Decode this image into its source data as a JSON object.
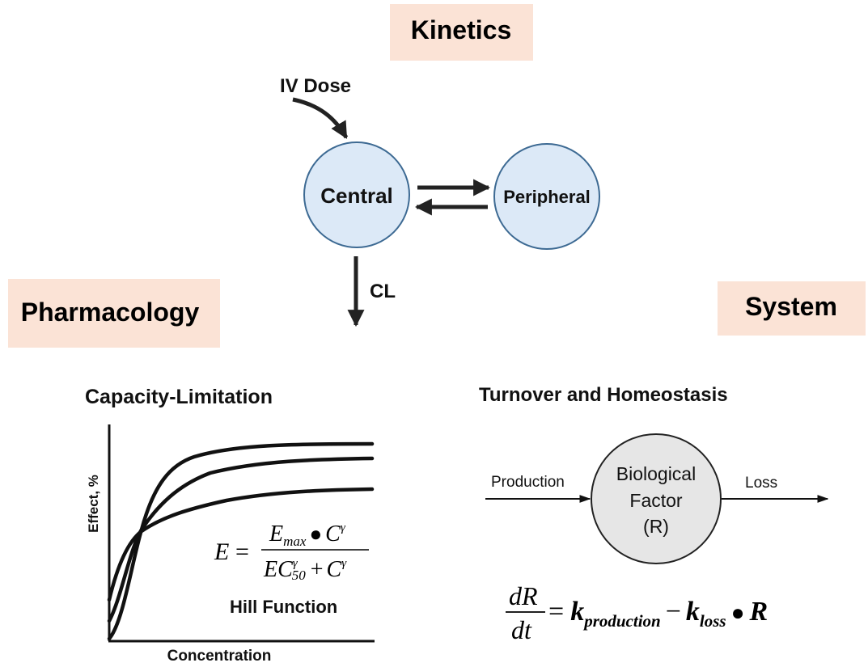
{
  "colors": {
    "tag_bg": "#fbe3d6",
    "compartment_fill": "#dce9f7",
    "compartment_stroke": "#3d6a93",
    "factor_fill": "#e6e6e6",
    "factor_stroke": "#222222",
    "ink": "#111111"
  },
  "sections": {
    "kinetics": "Kinetics",
    "pharmacology": "Pharmacology",
    "system": "System"
  },
  "kinetics": {
    "dose_label": "IV Dose",
    "central": "Central",
    "peripheral": "Peripheral",
    "clearance": "CL"
  },
  "pharmacology": {
    "title": "Capacity-Limitation",
    "ylabel": "Effect, %",
    "xlabel": "Concentration",
    "equation": {
      "lhs": "E",
      "num_emax": "E",
      "num_emax_sub": "max",
      "num_c": "C",
      "den_ec": "EC",
      "den_sub": "50",
      "den_c": "C",
      "exponent": "γ"
    },
    "function_name": "Hill Function"
  },
  "system": {
    "title": "Turnover and Homeostasis",
    "production": "Production",
    "loss": "Loss",
    "factor_line1": "Biological",
    "factor_line2": "Factor",
    "factor_line3": "(R)",
    "equation": {
      "num": "dR",
      "den": "dt",
      "k": "k",
      "prod_sub": "production",
      "loss_sub": "loss",
      "r": "R"
    }
  }
}
